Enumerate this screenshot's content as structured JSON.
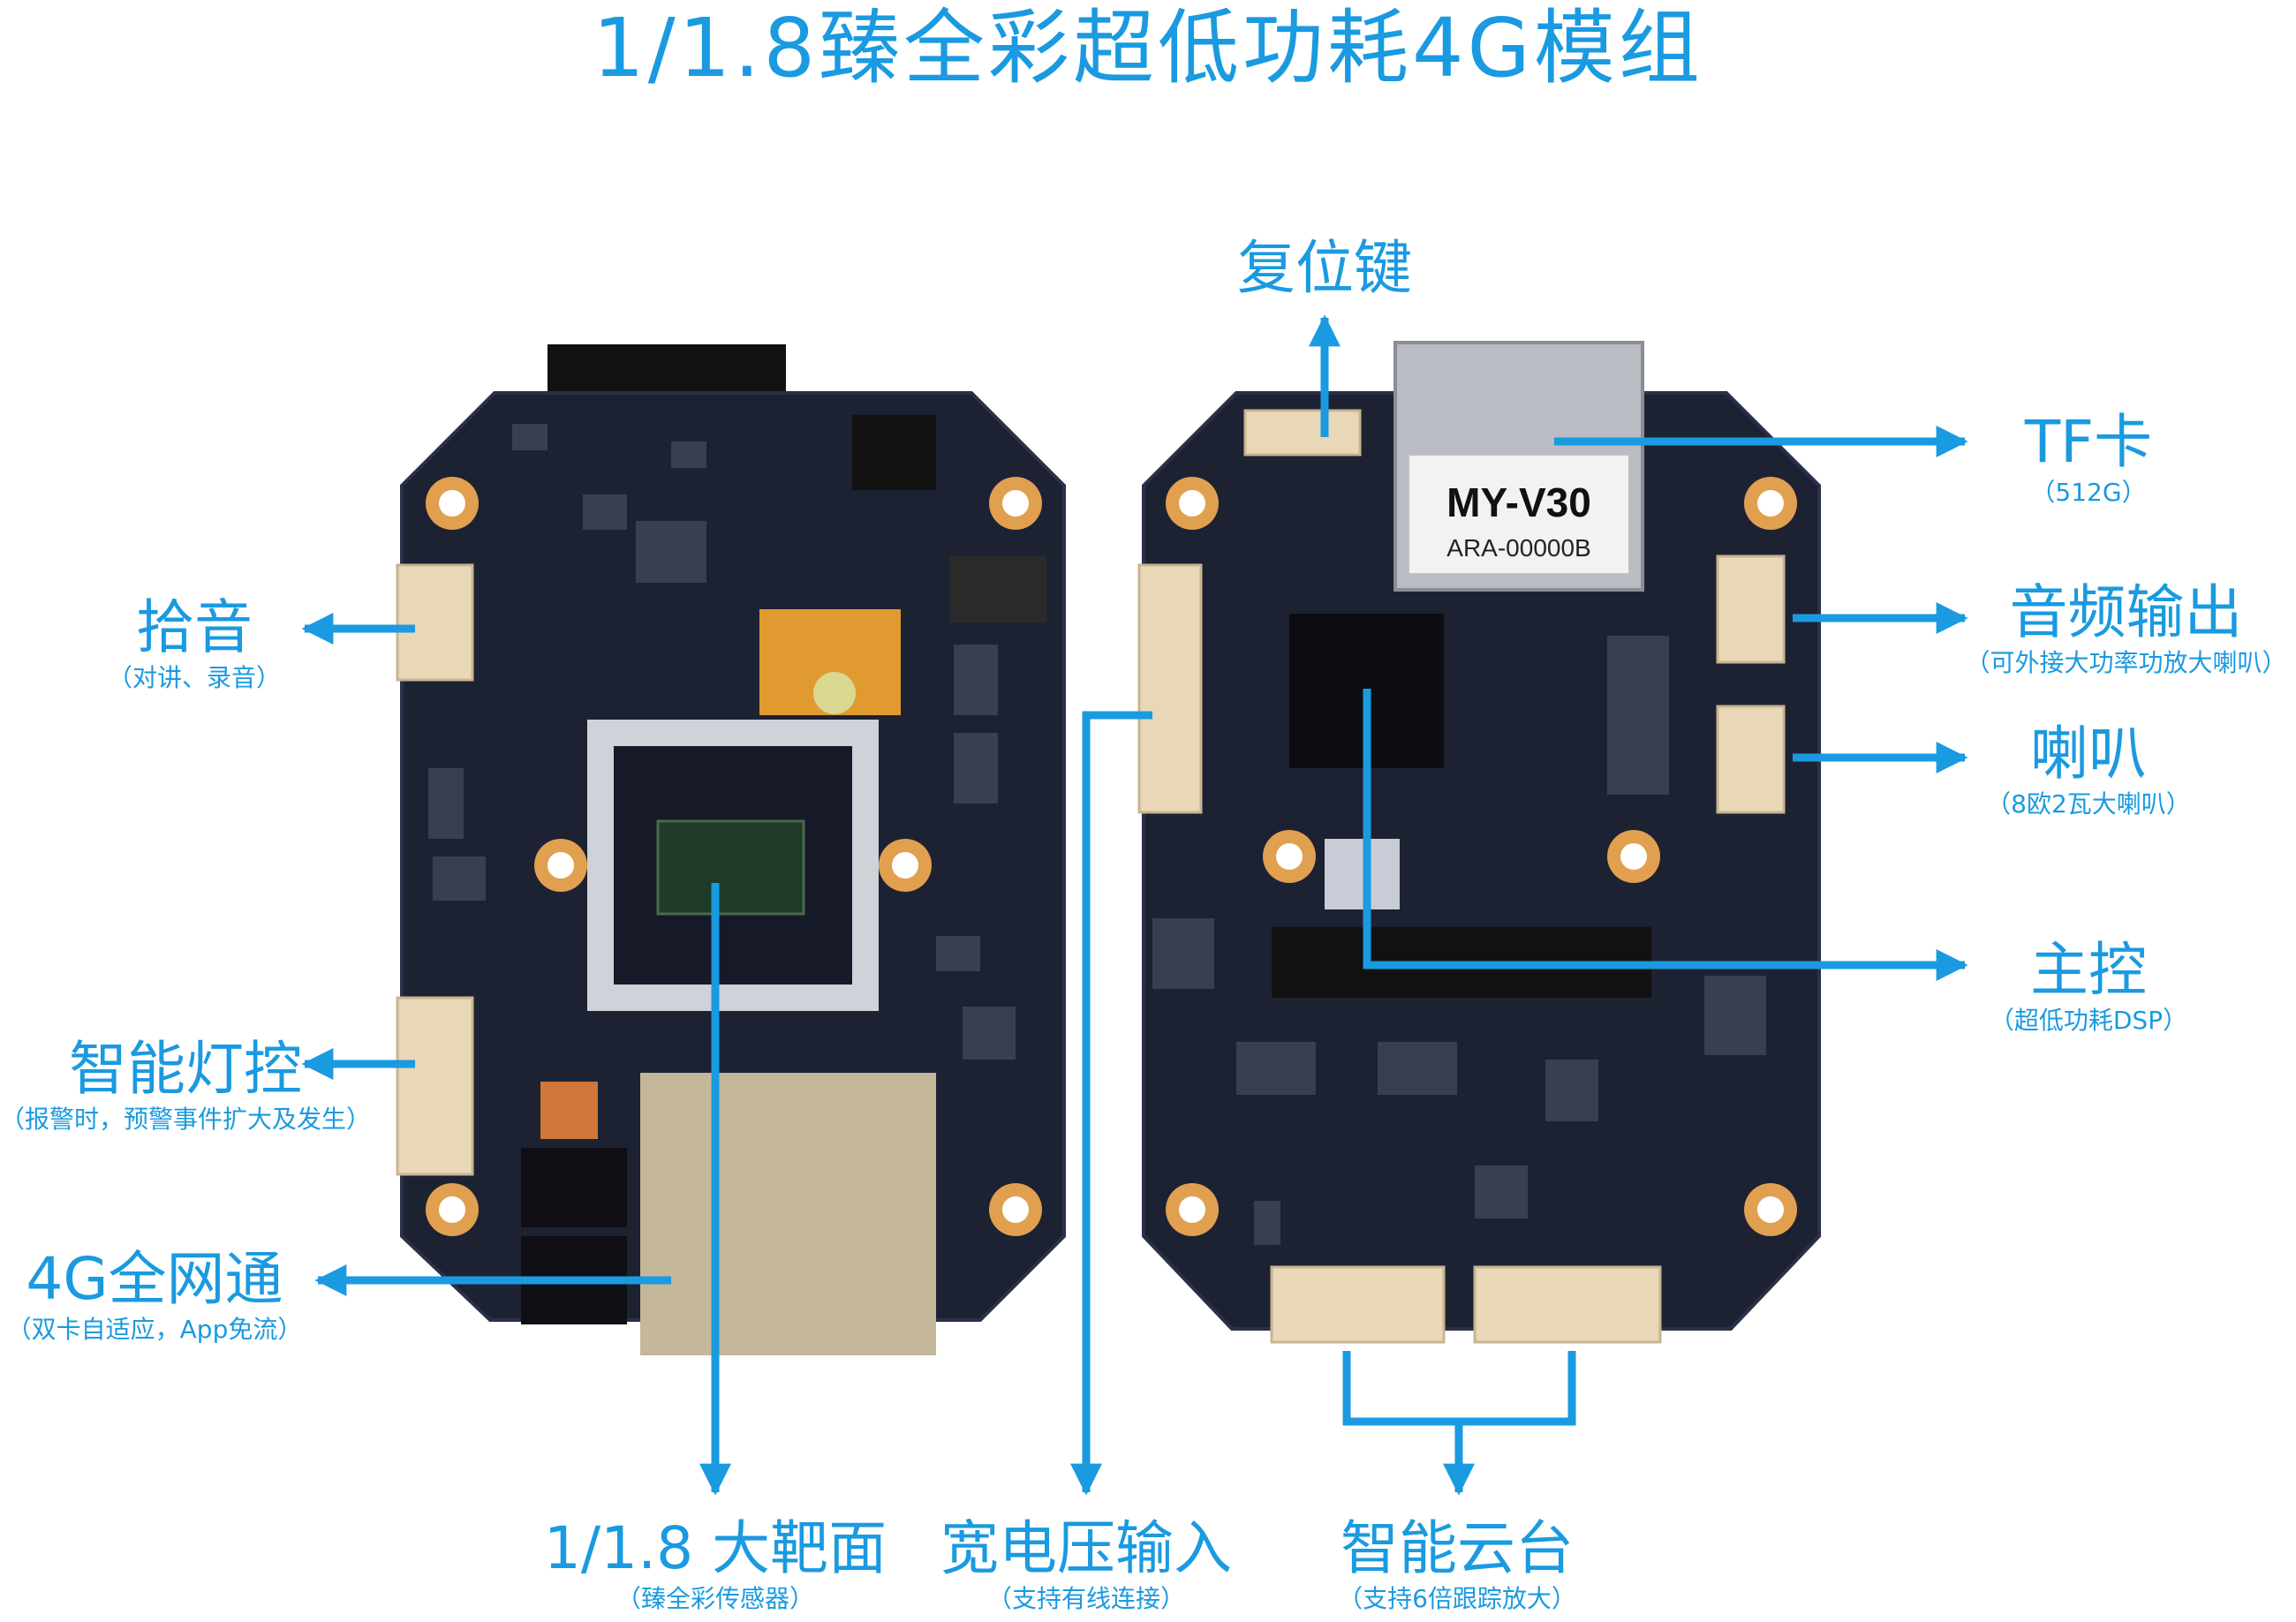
{
  "title": "1/1.8臻全彩超低功耗4G模组",
  "board": {
    "tf_card_brand": "MY-V30",
    "tf_card_code": "ARA-00000B"
  },
  "labels": {
    "pickup": {
      "main": "拾音",
      "sub": "（对讲、录音）"
    },
    "light": {
      "main": "智能灯控",
      "sub": "（报警时，预警事件扩大及发生）"
    },
    "net4g": {
      "main": "4G全网通",
      "sub": "（双卡自适应，App免流）"
    },
    "sensor": {
      "main": "1/1.8 大靶面",
      "sub": "（臻全彩传感器）"
    },
    "power": {
      "main": "宽电压输入",
      "sub": "（支持有线连接）"
    },
    "ptz": {
      "main": "智能云台",
      "sub": "（支持6倍跟踪放大）"
    },
    "reset": {
      "main": "复位键"
    },
    "tf": {
      "main": "TF卡",
      "sub": "（512G）"
    },
    "audio_out": {
      "main": "音频输出",
      "sub": "（可外接大功率功放大喇叭）"
    },
    "speaker": {
      "main": "喇叭",
      "sub": "（8欧2瓦大喇叭）"
    },
    "main_ctrl": {
      "main": "主控",
      "sub": "（超低功耗DSP）"
    }
  },
  "colors": {
    "accent": "#1a9ae0",
    "pcb": "#1d2233",
    "gold": "#e0a050"
  }
}
